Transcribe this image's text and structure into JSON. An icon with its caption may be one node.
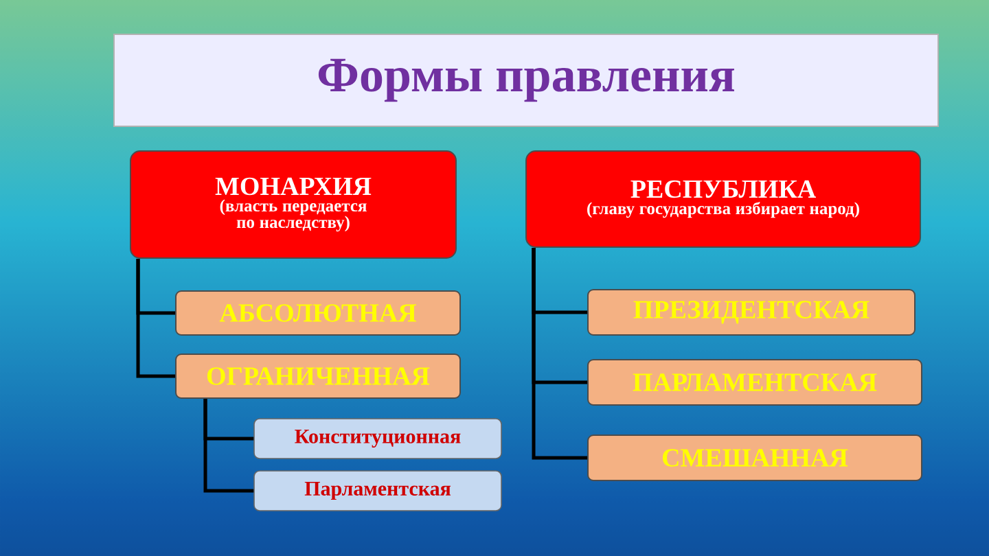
{
  "diagram": {
    "title": "Формы правления",
    "nodes": [
      {
        "text": [
          "МОНАРХИЯ",
          "(власть передается по наследству)"
        ]
      },
      {
        "text": [
          "АБСОЛЮТНАЯ"
        ]
      },
      {
        "text": [
          "ОГРАНИЧЕННАЯ"
        ]
      },
      {
        "text": [
          "Конституционная"
        ]
      },
      {
        "text": [
          "Парламентская"
        ]
      },
      {
        "text": [
          "РЕСПУБЛИКА",
          "(главу государства избирает народ)"
        ]
      },
      {
        "text": [
          "ПРЕЗИДЕНТСКАЯ"
        ]
      },
      {
        "text": [
          "ПАРЛАМЕНТСКАЯ"
        ]
      },
      {
        "text": [
          "СМЕШАННАЯ"
        ]
      }
    ],
    "edges": [
      {
        "from": 0,
        "to": 1,
        "arrow": "none"
      },
      {
        "from": 0,
        "to": 2,
        "arrow": "none"
      },
      {
        "from": 2,
        "to": 3,
        "arrow": "none"
      },
      {
        "from": 2,
        "to": 4,
        "arrow": "none"
      },
      {
        "from": 5,
        "to": 6,
        "arrow": "none"
      },
      {
        "from": 5,
        "to": 7,
        "arrow": "none"
      },
      {
        "from": 5,
        "to": 8,
        "arrow": "none"
      }
    ]
  }
}
